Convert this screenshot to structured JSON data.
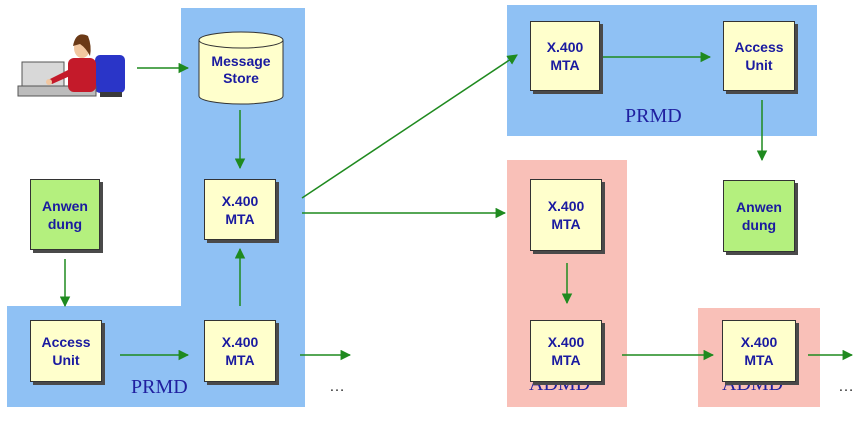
{
  "nodes": {
    "message_store": "Message\nStore",
    "mta_main": "X.400\nMTA",
    "anwendung_left": "Anwen\ndung",
    "access_unit_left": "Access\nUnit",
    "mta_bottom_left": "X.400\nMTA",
    "mta_top_right": "X.400\nMTA",
    "access_unit_right": "Access\nUnit",
    "anwendung_right": "Anwen\ndung",
    "mta_admd1_top": "X.400\nMTA",
    "mta_admd1_bottom": "X.400\nMTA",
    "mta_admd2": "X.400\nMTA"
  },
  "regions": {
    "prmd_left": "PRMD",
    "prmd_right": "PRMD",
    "admd_1": "ADMD",
    "admd_2": "ADMD"
  },
  "ellipsis": "…",
  "colors": {
    "region_blue": "#8fc1f4",
    "region_pink": "#f9c0b8",
    "node_yellow": "#ffffcc",
    "node_green": "#b4f07e",
    "arrow": "#1f8a1f",
    "label_text": "#2020a0"
  },
  "icons": {
    "user": "person-at-computer-icon"
  }
}
